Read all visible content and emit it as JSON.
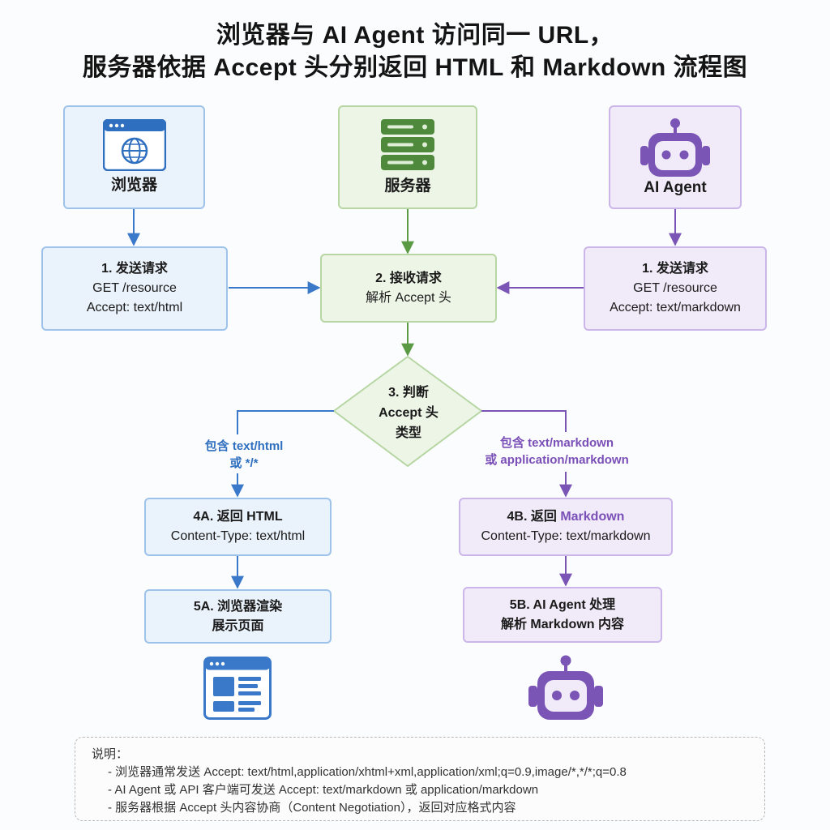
{
  "title": {
    "line1": "浏览器与 AI Agent 访问同一 URL，",
    "line2": "服务器依据 Accept 头分别返回 HTML 和 Markdown 流程图"
  },
  "actors": {
    "browser": "浏览器",
    "server": "服务器",
    "agent": "AI Agent"
  },
  "steps": {
    "browser_request": {
      "title": "1. 发送请求",
      "line1": "GET /resource",
      "line2": "Accept: text/html"
    },
    "agent_request": {
      "title": "1. 发送请求",
      "line1": "GET /resource",
      "line2": "Accept: text/markdown"
    },
    "server_receive": {
      "title": "2. 接收请求",
      "line1": "解析 Accept 头"
    },
    "decision": {
      "line1": "3. 判断",
      "line2": "Accept 头",
      "line3": "类型"
    },
    "return_html": {
      "title": "4A. 返回 HTML",
      "line1": "Content-Type: text/html"
    },
    "return_md": {
      "title_prefix": "4B. 返回 ",
      "title_word": "Markdown",
      "line1": "Content-Type: text/markdown"
    },
    "browser_render": {
      "title": "5A. 浏览器渲染",
      "line1": "展示页面"
    },
    "agent_process": {
      "title": "5B. AI Agent 处理",
      "line1": "解析 Markdown 内容"
    }
  },
  "conditions": {
    "html": {
      "line1": "包含 text/html",
      "line2": "或 */*"
    },
    "markdown": {
      "line1": "包含 text/markdown",
      "line2": "或 application/markdown"
    }
  },
  "notes": {
    "heading": "说明：",
    "items": [
      "- 浏览器通常发送 Accept: text/html,application/xhtml+xml,application/xml;q=0.9,image/*,*/*;q=0.8",
      "- AI Agent 或 API 客户端可发送 Accept: text/markdown 或 application/markdown",
      "- 服务器根据 Accept 头内容协商（Content Negotiation），返回对应格式内容"
    ]
  },
  "colors": {
    "blue": "#3a78c9",
    "green": "#5b9a45",
    "purple": "#7a55b5"
  },
  "icons": [
    "browser-globe-icon",
    "server-rack-icon",
    "robot-icon",
    "webpage-layout-icon",
    "robot-icon"
  ]
}
